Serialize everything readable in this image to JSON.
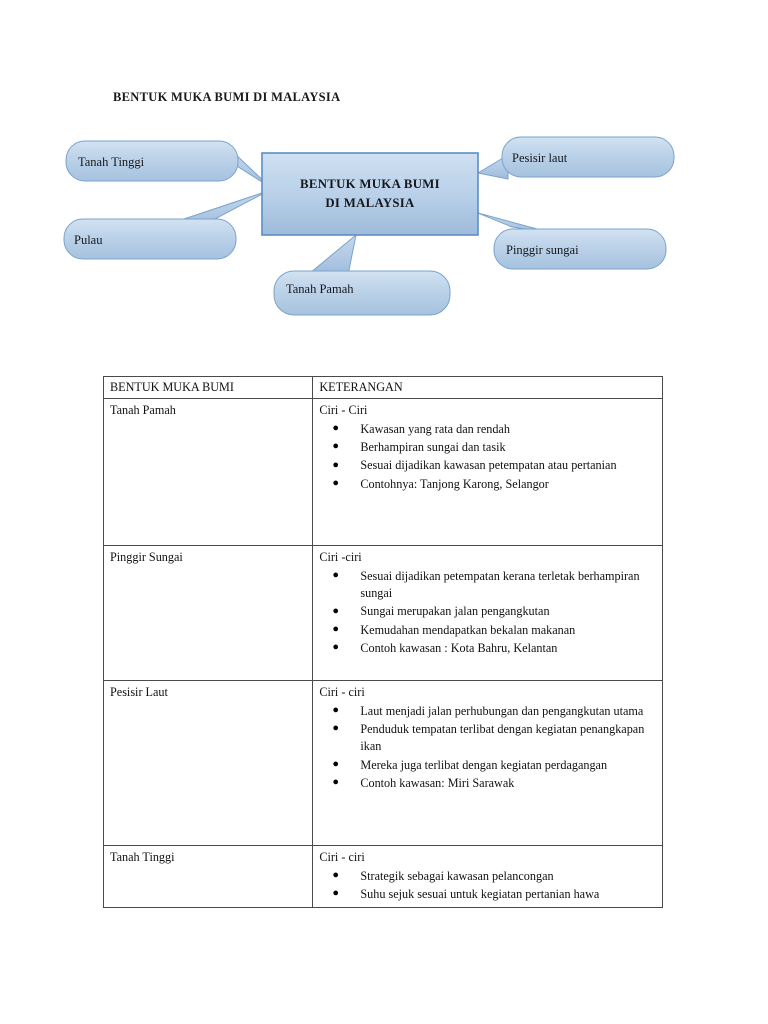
{
  "document": {
    "title": "BENTUK MUKA BUMI DI MALAYSIA"
  },
  "diagram": {
    "center": {
      "line1": "BENTUK MUKA BUMI",
      "line2": "DI MALAYSIA"
    },
    "callouts": [
      {
        "id": "tanah-tinggi",
        "label": "Tanah Tinggi"
      },
      {
        "id": "pesisir-laut",
        "label": "Pesisir laut"
      },
      {
        "id": "pulau",
        "label": "Pulau"
      },
      {
        "id": "pinggir-sungai",
        "label": "Pinggir sungai"
      },
      {
        "id": "tanah-pamah",
        "label": "Tanah Pamah"
      }
    ],
    "colors": {
      "shape_fill_light": "#cfe0f0",
      "shape_fill_dark": "#a8c4e0",
      "shape_border": "#7aa3cc",
      "center_border": "#5b8ec4"
    }
  },
  "table": {
    "headers": {
      "col1": "BENTUK MUKA BUMI",
      "col2": "KETERANGAN"
    },
    "rows": [
      {
        "name": "Tanah Pamah",
        "ciri_label": "Ciri - Ciri",
        "items": [
          "Kawasan yang rata dan rendah",
          "Berhampiran sungai dan tasik",
          "Sesuai dijadikan kawasan petempatan atau pertanian",
          "Contohnya: Tanjong Karong, Selangor"
        ]
      },
      {
        "name": "Pinggir Sungai",
        "ciri_label": "Ciri -ciri",
        "items": [
          "Sesuai dijadikan petempatan kerana terletak berhampiran sungai",
          "Sungai merupakan jalan pengangkutan",
          "Kemudahan mendapatkan bekalan makanan",
          "Contoh kawasan : Kota Bahru, Kelantan"
        ]
      },
      {
        "name": "Pesisir Laut",
        "ciri_label": "Ciri - ciri",
        "items": [
          "Laut menjadi jalan perhubungan dan pengangkutan utama",
          "Penduduk tempatan terlibat dengan kegiatan penangkapan ikan",
          "Mereka juga terlibat dengan kegiatan perdagangan",
          "Contoh kawasan: Miri Sarawak"
        ]
      },
      {
        "name": "Tanah Tinggi",
        "ciri_label": "Ciri - ciri",
        "items": [
          "Strategik sebagai kawasan pelancongan",
          "Suhu sejuk sesuai untuk kegiatan pertanian hawa"
        ]
      }
    ]
  }
}
